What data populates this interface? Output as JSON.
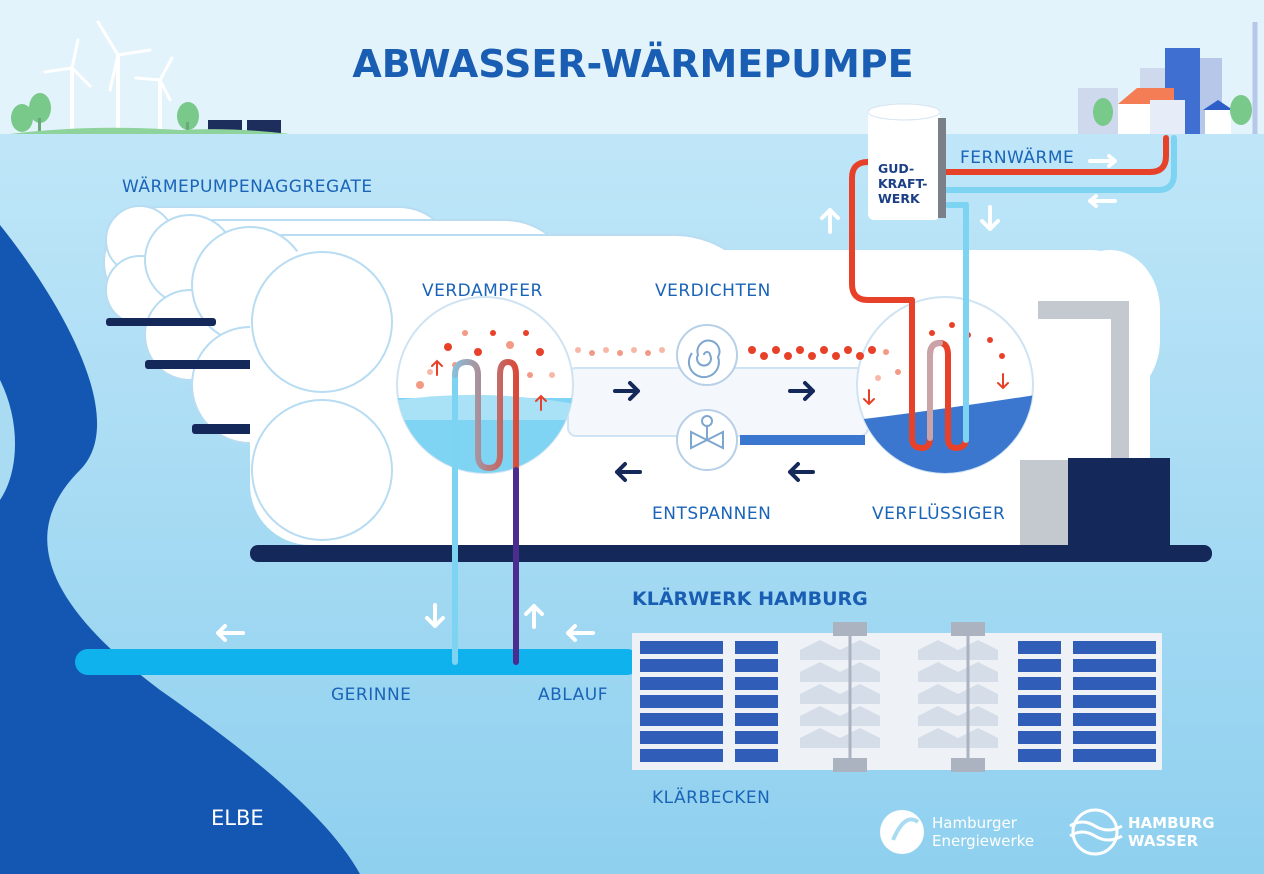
{
  "title": "ABWASSER-WÄRMEPUMPE",
  "labels": {
    "aggregates": "WÄRMEPUMPENAGGREGATE",
    "evaporator": "VERDAMPFER",
    "compress": "VERDICHTEN",
    "expand": "ENTSPANNEN",
    "condenser": "VERFLÜSSIGER",
    "district_heat": "FERNWÄRME",
    "plant_line1": "GUD-",
    "plant_line2": "KRAFT-",
    "plant_line3": "WERK",
    "treatment_plant": "KLÄRWERK HAMBURG",
    "channel": "GERINNE",
    "outflow": "ABLAUF",
    "basins": "KLÄRBECKEN",
    "river": "ELBE"
  },
  "logos": {
    "heg_line1": "Hamburger",
    "heg_line2": "Energiewerke",
    "hw_line1": "HAMBURG",
    "hw_line2": "WASSER"
  },
  "colors": {
    "sky": "#e3f3fb",
    "water": "#a9dcf3",
    "river": "#1457b2",
    "dark_navy": "#14285a",
    "hot": "#e8412a",
    "cold": "#7dd3f2",
    "title": "#1a5eb3"
  }
}
